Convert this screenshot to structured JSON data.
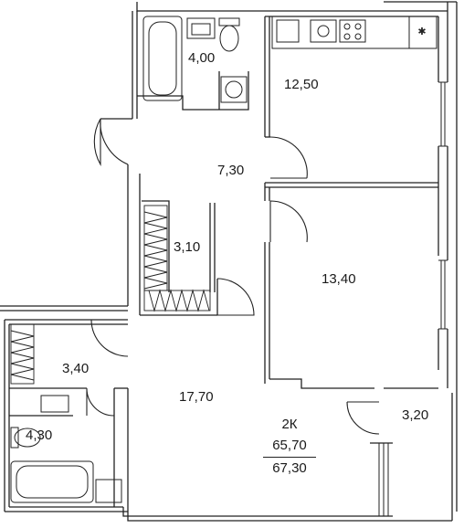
{
  "rooms": [
    {
      "id": "bathroom",
      "area": "4,00"
    },
    {
      "id": "kitchen",
      "area": "12,50"
    },
    {
      "id": "hall",
      "area": "7,30"
    },
    {
      "id": "closet",
      "area": "3,10"
    },
    {
      "id": "bedroom",
      "area": "13,40"
    },
    {
      "id": "corridor",
      "area": "3,40"
    },
    {
      "id": "living-room",
      "area": "17,70"
    },
    {
      "id": "washroom",
      "area": "4,30"
    },
    {
      "id": "balcony",
      "area": "3,20"
    }
  ],
  "summary": {
    "type": "2К",
    "living_area": "65,70",
    "total_area": "67,30"
  }
}
